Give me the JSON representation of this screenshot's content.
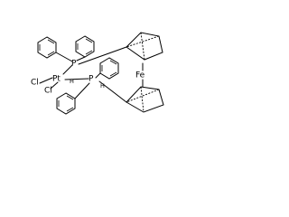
{
  "atoms": {
    "fe": "Fe",
    "pt": "Pt",
    "p_upper": "P",
    "p_lower": "P",
    "cl_left": "Cl",
    "cl_lower": "Cl",
    "h_upper": "H",
    "h_lower": "H"
  }
}
